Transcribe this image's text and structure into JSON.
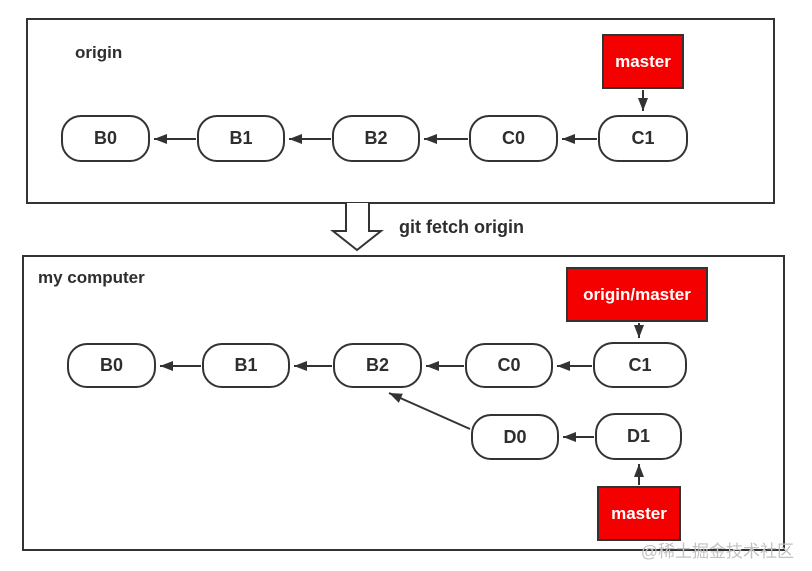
{
  "diagram": {
    "origin_panel": {
      "title": "origin",
      "branch_label": "master",
      "commits": [
        "B0",
        "B1",
        "B2",
        "C0",
        "C1"
      ]
    },
    "transition": {
      "command": "git fetch origin"
    },
    "local_panel": {
      "title": "my computer",
      "remote_branch_label": "origin/master",
      "branch_label": "master",
      "commits": [
        "B0",
        "B1",
        "B2",
        "C0",
        "C1"
      ],
      "new_commits": [
        "D0",
        "D1"
      ]
    },
    "watermark": "@稀土掘金技术社区"
  },
  "colors": {
    "branch_label_bg": "#f50000",
    "branch_label_text": "#ffffff",
    "line": "#333333",
    "node_bg": "#ffffff",
    "watermark": "#c2c2c2"
  }
}
